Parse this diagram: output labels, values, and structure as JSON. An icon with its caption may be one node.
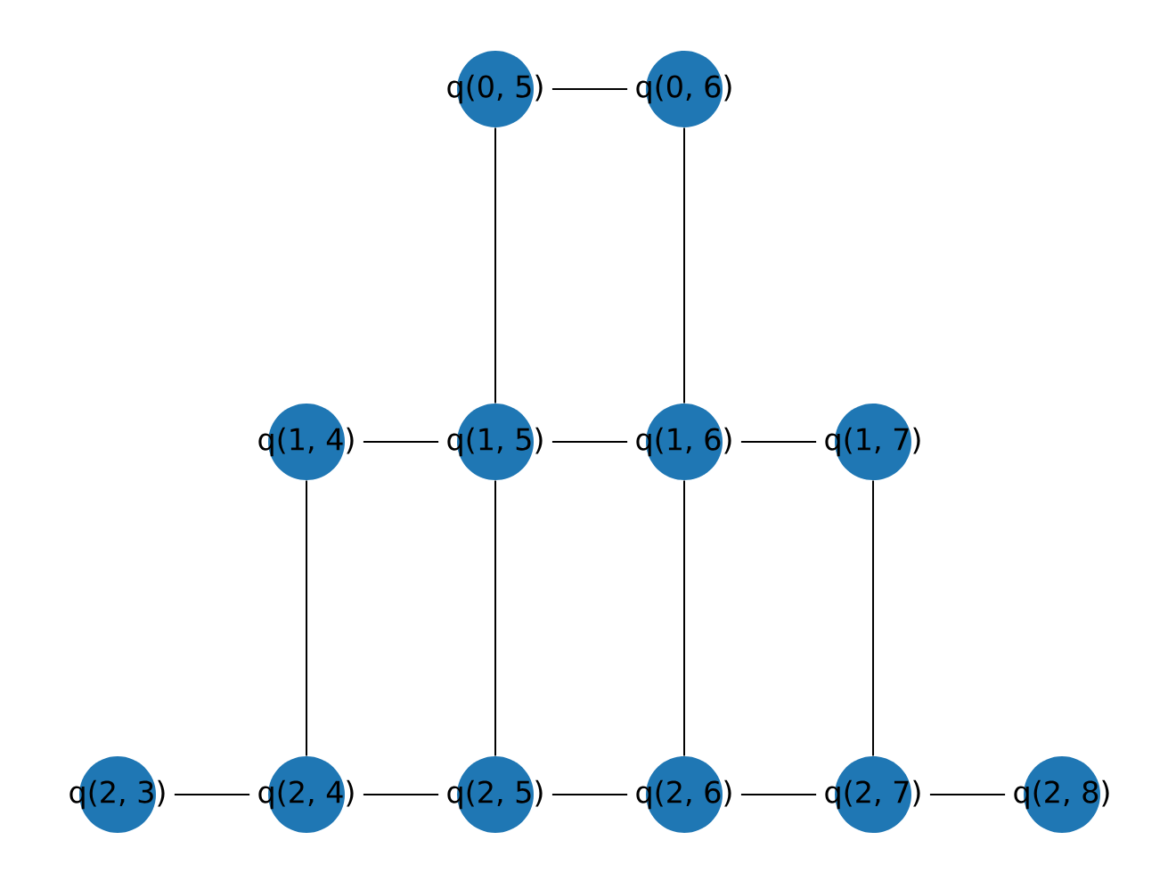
{
  "diagram": {
    "nodes": [
      {
        "text": [
          "q(0, 5)"
        ]
      },
      {
        "text": [
          "q(0, 6)"
        ]
      },
      {
        "text": [
          "q(1, 4)"
        ]
      },
      {
        "text": [
          "q(1, 5)"
        ]
      },
      {
        "text": [
          "q(1, 6)"
        ]
      },
      {
        "text": [
          "q(1, 7)"
        ]
      },
      {
        "text": [
          "q(2, 3)"
        ]
      },
      {
        "text": [
          "q(2, 4)"
        ]
      },
      {
        "text": [
          "q(2, 5)"
        ]
      },
      {
        "text": [
          "q(2, 6)"
        ]
      },
      {
        "text": [
          "q(2, 7)"
        ]
      },
      {
        "text": [
          "q(2, 8)"
        ]
      }
    ],
    "edges": [
      {
        "from": 0,
        "to": 1,
        "arrow": "none"
      },
      {
        "from": 0,
        "to": 3,
        "arrow": "none"
      },
      {
        "from": 1,
        "to": 4,
        "arrow": "none"
      },
      {
        "from": 2,
        "to": 3,
        "arrow": "none"
      },
      {
        "from": 3,
        "to": 4,
        "arrow": "none"
      },
      {
        "from": 4,
        "to": 5,
        "arrow": "none"
      },
      {
        "from": 2,
        "to": 7,
        "arrow": "none"
      },
      {
        "from": 3,
        "to": 8,
        "arrow": "none"
      },
      {
        "from": 4,
        "to": 9,
        "arrow": "none"
      },
      {
        "from": 5,
        "to": 10,
        "arrow": "none"
      },
      {
        "from": 6,
        "to": 7,
        "arrow": "none"
      },
      {
        "from": 7,
        "to": 8,
        "arrow": "none"
      },
      {
        "from": 8,
        "to": 9,
        "arrow": "none"
      },
      {
        "from": 9,
        "to": 10,
        "arrow": "none"
      },
      {
        "from": 10,
        "to": 11,
        "arrow": "none"
      }
    ]
  }
}
